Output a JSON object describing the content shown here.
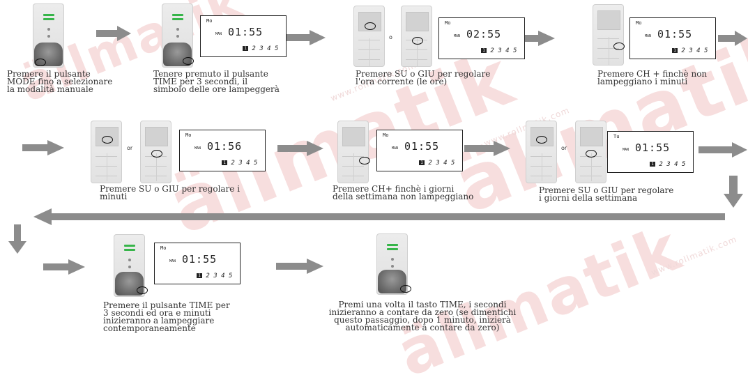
{
  "watermark": {
    "brand": "ällmatik",
    "site": "www.rollmatik.com"
  },
  "colors": {
    "arrow": "#8c8c8c",
    "caption": "#333333",
    "lcd_border": "#222222",
    "accent_green": "#37b54a"
  },
  "lcd": {
    "mode_label": "MAN",
    "weekdays": [
      "2",
      "3",
      "4",
      "5"
    ],
    "selected_day": "1"
  },
  "connector_or": "o",
  "connector_or_en": "or",
  "steps": [
    {
      "id": 1,
      "lines": [
        "Premere il pulsante",
        "MODE fino a selezionare",
        "la modalità manuale"
      ]
    },
    {
      "id": 2,
      "day": "Mo",
      "time": "01:55",
      "lines": [
        "Tenere premuto il pulsante",
        "TIME per 3 secondi,  il",
        "simbolo delle ore lampeggerà"
      ]
    },
    {
      "id": 3,
      "day": "Mo",
      "time": "02:55",
      "lines": [
        "Premere SU o GIU per regolare",
        "l'ora corrente (le ore)"
      ]
    },
    {
      "id": 4,
      "day": "Mo",
      "time": "01:55",
      "lines": [
        "Premere CH + finchè non",
        "lampeggiano i minuti"
      ]
    },
    {
      "id": 5,
      "day": "Mo",
      "time": "01:56",
      "lines": [
        "Premere SU o GIU per regolare i",
        "minuti"
      ]
    },
    {
      "id": 6,
      "day": "Mo",
      "time": "01:55",
      "lines": [
        "Premere CH+ finchè i giorni",
        "della settimana non lampeggiano"
      ]
    },
    {
      "id": 7,
      "day": "Tu",
      "time": "01:55",
      "lines": [
        "Premere SU o GIU per regolare",
        "i giorni della settimana"
      ]
    },
    {
      "id": 8,
      "day": "Mo",
      "time": "01:55",
      "lines": [
        "Premere il pulsante TIME per",
        "3 secondi ed ora e minuti",
        "inizieranno a lampeggiare",
        "contemporaneamente"
      ]
    },
    {
      "id": 9,
      "lines": [
        "Premi una volta il tasto TIME, i secondi",
        "inizieranno a contare da zero (se dimentichi",
        "questo passaggio, dopo 1 minuto, inizierà",
        "automaticamente a contare da zero)"
      ]
    }
  ]
}
